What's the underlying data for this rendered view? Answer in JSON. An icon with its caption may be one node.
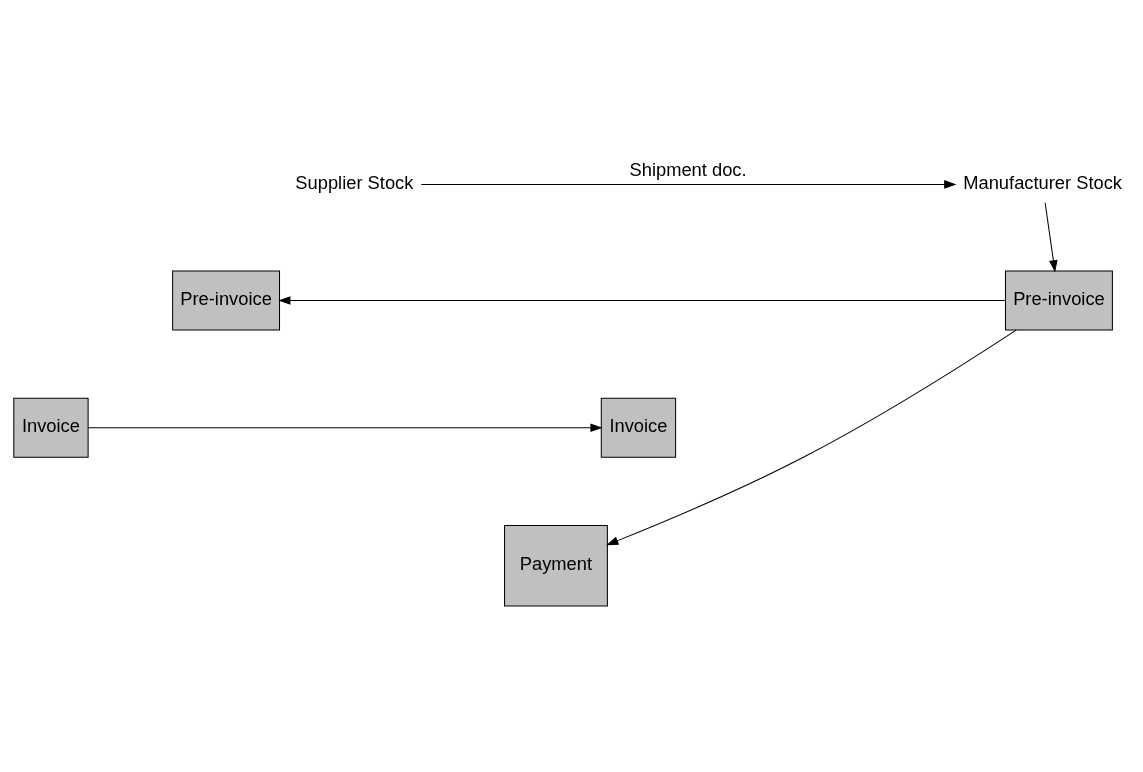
{
  "diagram": {
    "nodes": [
      {
        "text": [
          "Supplier Stock"
        ]
      },
      {
        "text": [
          "Manufacturer Stock"
        ]
      },
      {
        "text": [
          "Pre-invoice"
        ]
      },
      {
        "text": [
          "Pre-invoice"
        ]
      },
      {
        "text": [
          "Invoice"
        ]
      },
      {
        "text": [
          "Invoice"
        ]
      },
      {
        "text": [
          "Payment"
        ]
      }
    ],
    "edges": [
      {
        "from": 0,
        "to": 1,
        "arrow": "to",
        "label": "Shipment doc."
      },
      {
        "from": 1,
        "to": 3,
        "arrow": "to"
      },
      {
        "from": 3,
        "to": 2,
        "arrow": "to"
      },
      {
        "from": 4,
        "to": 5,
        "arrow": "to"
      },
      {
        "from": 3,
        "to": 6,
        "arrow": "to"
      }
    ]
  }
}
